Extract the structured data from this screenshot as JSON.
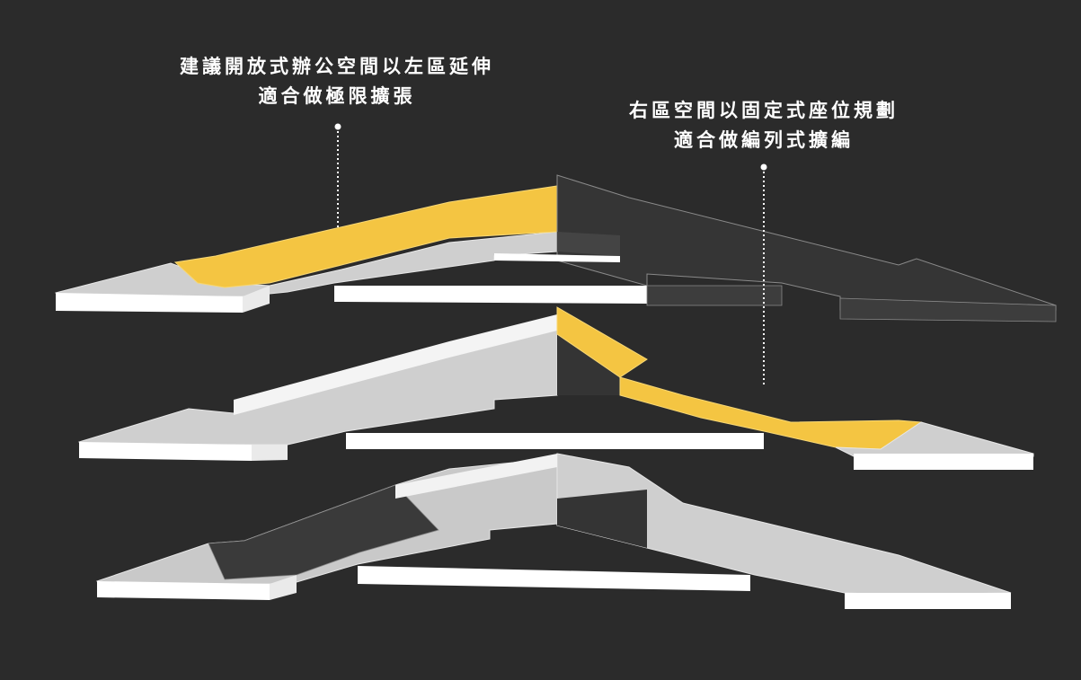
{
  "annotations": {
    "left": {
      "line1": "建議開放式辦公空間以左區延伸",
      "line2": "適合做極限擴張"
    },
    "right": {
      "line1": "右區空間以固定式座位規劃",
      "line2": "適合做編列式擴編"
    }
  },
  "floors": [
    {
      "name": "top-floor",
      "highlight": "left-wing"
    },
    {
      "name": "middle-floor",
      "highlight": "right-wing"
    },
    {
      "name": "bottom-floor",
      "highlight": "none"
    }
  ],
  "colors": {
    "background": "#2b2b2b",
    "highlight": "#f4c542",
    "wall_white": "#ffffff",
    "floor_dark": "#2f2f2f",
    "floor_gray": "#cfcfcf"
  }
}
